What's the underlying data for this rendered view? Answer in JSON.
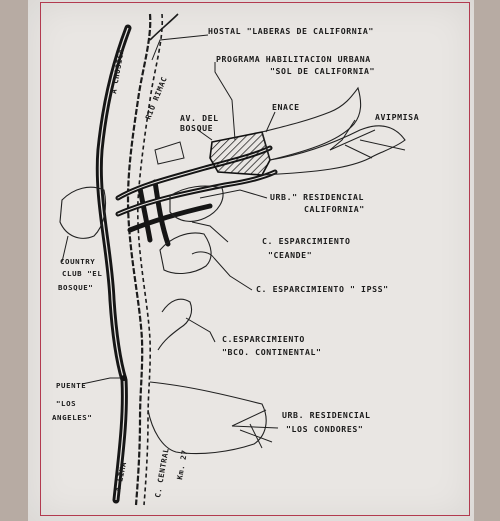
{
  "map": {
    "labels": {
      "hostal": "HOSTAL \"LABERAS DE CALIFORNIA\"",
      "programa_1": "PROGRAMA  HABILITACION URBANA",
      "programa_2": "\"SOL DE CALIFORNIA\"",
      "enace": "ENACE",
      "av_del_1": "AV. DEL",
      "av_del_2": "BOSQUE",
      "avipmisa": "AVIPMISA",
      "urb_cal_1": "URB.\" RESIDENCIAL",
      "urb_cal_2": "CALIFORNIA\"",
      "ceande_1": "C. ESPARCIMIENTO",
      "ceande_2": "\"CEANDE\"",
      "ipss": "C. ESPARCIMIENTO \" IPSS\"",
      "bco_1": "C.ESPARCIMIENTO",
      "bco_2": "\"BCO. CONTINENTAL\"",
      "urb_cond_1": "URB. RESIDENCIAL",
      "urb_cond_2": "\"LOS CONDORES\"",
      "country_1": "COUNTRY",
      "country_2": "CLUB \"EL",
      "country_3": "BOSQUE\"",
      "puente_1": "PUENTE",
      "puente_2": "\"LOS",
      "puente_3": "ANGELES\"",
      "a_chosica": "A CHOSICA",
      "rio_rimac": "RIO RIMAC",
      "a_lima": "A LIMA",
      "c_central_1": "C. CENTRAL",
      "c_central_2": "Km. 27"
    }
  }
}
